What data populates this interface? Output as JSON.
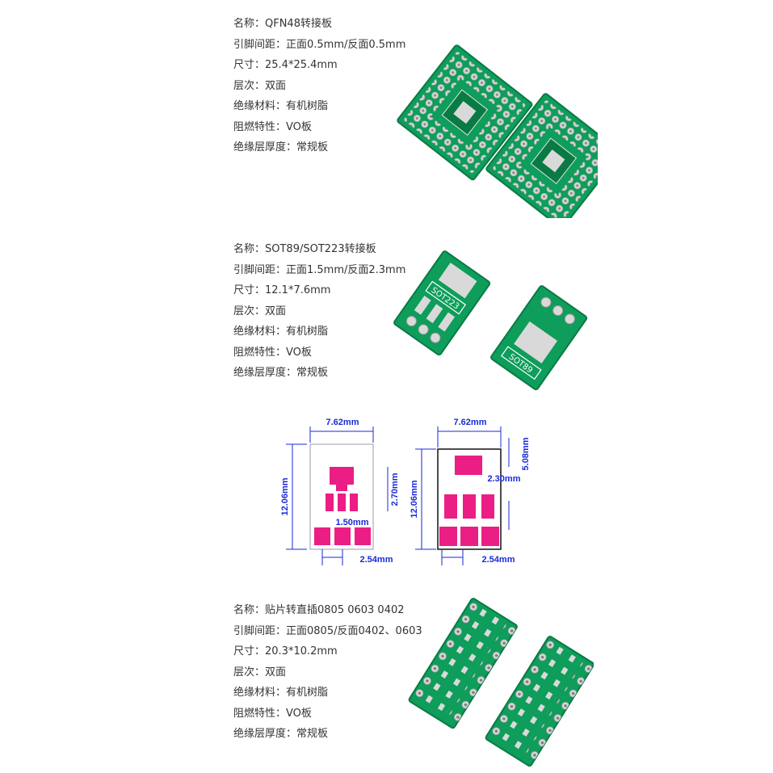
{
  "products": [
    {
      "specs": [
        "名称：QFN48转接板",
        "引脚间距：正面0.5mm/反面0.5mm",
        "尺寸：25.4*25.4mm",
        "层次：双面",
        "绝缘材料：有机树脂",
        "阻燃特性：VO板",
        "绝缘层厚度：常规板"
      ]
    },
    {
      "specs": [
        "名称：SOT89/SOT223转接板",
        "引脚间距：正面1.5mm/反面2.3mm",
        "尺寸：12.1*7.6mm",
        "层次：双面",
        "绝缘材料：有机树脂",
        "阻燃特性：VO板",
        "绝缘层厚度：常规板"
      ],
      "board_labels": {
        "front": "SOT223",
        "back": "SOT89"
      }
    },
    {
      "specs": [
        "名称：贴片转直插0805 0603 0402",
        "引脚间距：正面0805/反面0402、0603",
        "尺寸：20.3*10.2mm",
        "层次：双面",
        "绝缘材料：有机树脂",
        "阻燃特性：VO板",
        "绝缘层厚度：常规板"
      ]
    }
  ],
  "dimension_drawing": {
    "left": {
      "width": "7.62mm",
      "height": "12.06mm",
      "pad_gap": "2.70mm",
      "pitch_top": "1.50mm",
      "pitch_bottom": "2.54mm"
    },
    "right": {
      "width": "7.62mm",
      "height": "12.06mm",
      "tab": "5.08mm",
      "pitch_mid": "2.30mm",
      "pitch_bottom": "2.54mm"
    }
  },
  "colors": {
    "pcb_green": "#0e9d5a",
    "pcb_dark": "#0a7a45",
    "pad_silver": "#d9d9d9",
    "pad_magenta": "#ea1e84",
    "dim_blue": "#1a2ad6"
  }
}
